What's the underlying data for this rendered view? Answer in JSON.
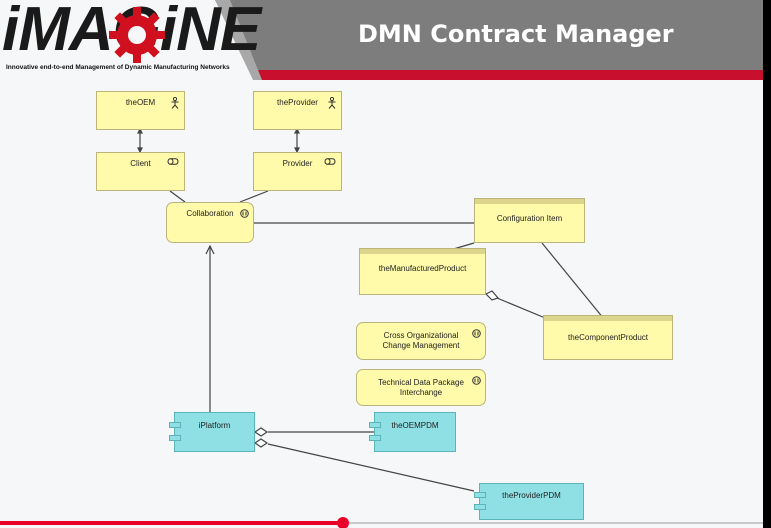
{
  "logo": {
    "brand": "iMAGiNE",
    "tagline": "Innovative end-to-end Management of Dynamic Manufacturing Networks"
  },
  "slide": {
    "title": "DMN Contract Manager"
  },
  "colors": {
    "header_gray": "#7d7d7d",
    "header_red": "#c8102e",
    "note_yellow": "#fffbaa",
    "component_cyan": "#8fe0e4",
    "progress_red": "#e8002a"
  },
  "diagram": {
    "actors": [
      {
        "label": "theOEM",
        "icon": "actor-icon"
      },
      {
        "label": "theProvider",
        "icon": "actor-icon"
      }
    ],
    "roles": [
      {
        "label": "Client",
        "icon": "role-icon"
      },
      {
        "label": "Provider",
        "icon": "role-icon"
      }
    ],
    "collaboration": {
      "label": "Collaboration",
      "icon": "service-icon"
    },
    "objects": [
      {
        "label": "Configuration Item"
      },
      {
        "label": "theManufacturedProduct"
      },
      {
        "label": "theComponentProduct"
      }
    ],
    "services": [
      {
        "label": "Cross Organizational Change Management",
        "icon": "service-icon"
      },
      {
        "label": "Technical Data Package Interchange",
        "icon": "service-icon"
      }
    ],
    "components": [
      {
        "label": "iPlatform"
      },
      {
        "label": "theOEMPDM"
      },
      {
        "label": "theProviderPDM"
      }
    ]
  },
  "video": {
    "progress_fraction": 0.45
  }
}
